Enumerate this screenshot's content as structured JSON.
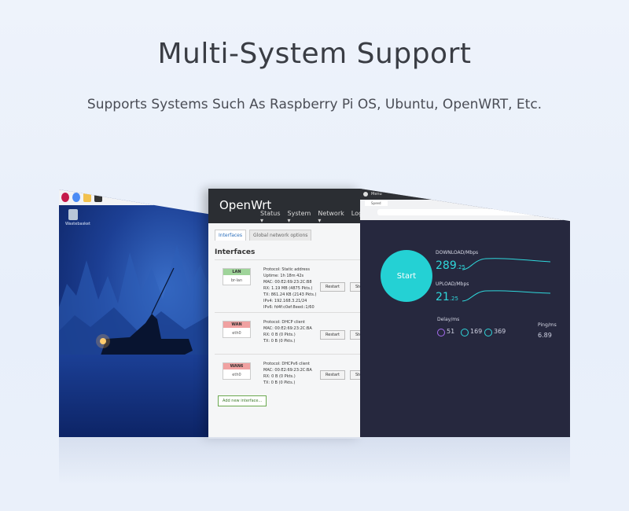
{
  "header": {
    "title": "Multi-System Support",
    "subtitle": "Supports Systems Such As Raspberry Pi OS, Ubuntu, OpenWRT, Etc."
  },
  "raspberry_pi": {
    "trash_label": "Wastebasket"
  },
  "openwrt": {
    "brand": "OpenWrt",
    "menu": [
      "Status ▾",
      "System ▾",
      "Network ▾",
      "Logout"
    ],
    "tabs": [
      "Interfaces",
      "Global network options"
    ],
    "heading": "Interfaces",
    "interfaces": [
      {
        "name": "LAN",
        "device": "br-lan",
        "color": "#9fd49a",
        "lines": [
          "Protocol: Static address",
          "Uptime: 1h 18m 42s",
          "MAC: 00:E2:69:23:2C:B8",
          "RX: 1.19 MB (4875 Pkts.)",
          "TX: 861.24 KB (2143 Pkts.)",
          "IPv4: 192.168.3.21/24",
          "IPv6: fd4f:c0ef:8eed::1/60"
        ]
      },
      {
        "name": "WAN",
        "device": "eth0",
        "color": "#f0a1a1",
        "lines": [
          "Protocol: DHCP client",
          "MAC: 00:E2:69:23:2C:BA",
          "RX: 0 B (0 Pkts.)",
          "TX: 0 B (0 Pkts.)"
        ]
      },
      {
        "name": "WAN6",
        "device": "eth0",
        "color": "#f0a1a1",
        "lines": [
          "Protocol: DHCPv6 client",
          "MAC: 00:E2:69:23:2C:BA",
          "RX: 0 B (0 Pkts.)",
          "TX: 0 B (0 Pkts.)"
        ]
      }
    ],
    "restart_label": "Restart",
    "stop_label": "Stop",
    "add_label": "Add new interface..."
  },
  "speedtest": {
    "window_title": "Menu",
    "tab_title": "Speed",
    "start_label": "Start",
    "download_label": "DOWNLOAD/Mbps",
    "download_int": "289",
    "download_dec": ".25",
    "upload_label": "UPLOAD/Mbps",
    "upload_int": "21",
    "upload_dec": ".25",
    "delay_label": "Delay/ms",
    "delay_values": [
      "51",
      "169",
      "369"
    ],
    "ping_label": "Ping/ms",
    "ping_value": "6.89",
    "accent_color": "#24d1d4"
  }
}
